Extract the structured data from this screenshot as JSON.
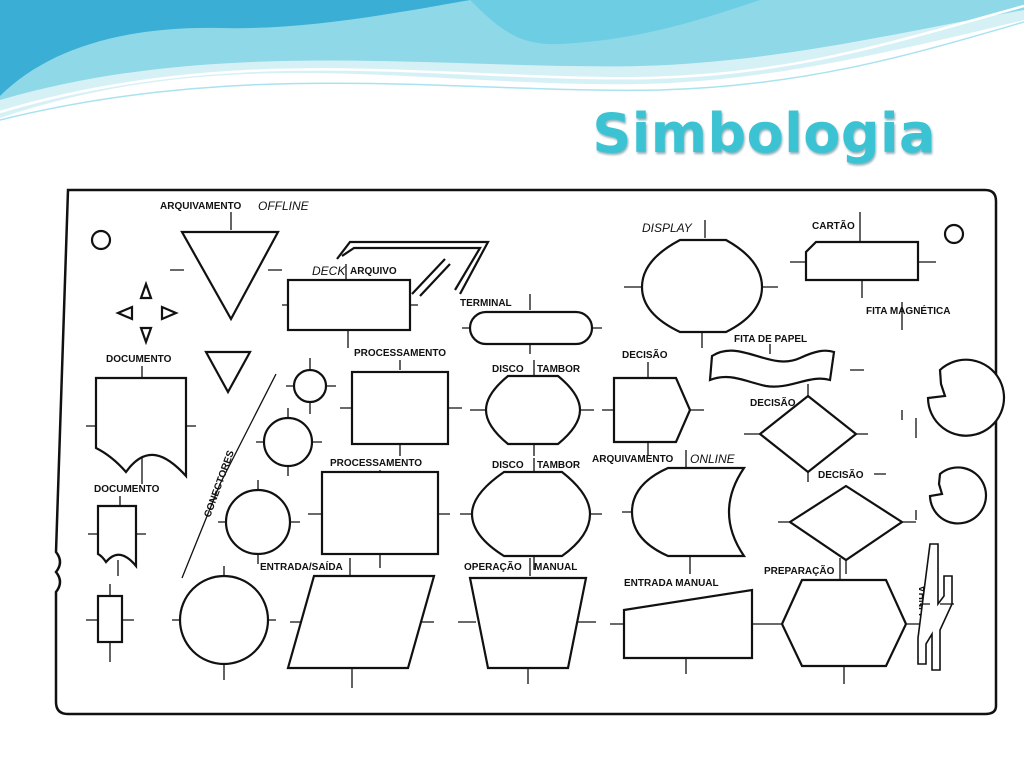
{
  "slide": {
    "title": "Simbologia",
    "colors": {
      "title": "#3cc3d3",
      "wave_light": "#cdeef4",
      "wave_mid": "#7ed3e6",
      "wave_dark": "#35a9d0"
    }
  },
  "template": {
    "labels": {
      "arquivamento_offline": "ARQUIVAMENTO",
      "arquivamento_offline_italic": "OFFLINE",
      "deck": "DECK",
      "arquivo": "ARQUIVO",
      "terminal": "TERMINAL",
      "display": "DISPLAY",
      "cartao": "CARTÃO",
      "fita_magnetica": "FITA MAGNÉTICA",
      "documento_1": "DOCUMENTO",
      "processamento_1": "PROCESSAMENTO",
      "disco_1": "DISCO",
      "tambor_1": "TAMBOR",
      "decisao_1": "DECISÃO",
      "fita_de_papel": "FITA DE PAPEL",
      "decisao_2": "DECISÃO",
      "documento_2": "DOCUMENTO",
      "conectores": "CONECTORES",
      "processamento_2": "PROCESSAMENTO",
      "disco_2": "DISCO",
      "tambor_2": "TAMBOR",
      "arquivamento_online": "ARQUIVAMENTO",
      "arquivamento_online_italic": "ONLINE",
      "decisao_3": "DECISÃO",
      "entrada_saida": "ENTRADA/SAÍDA",
      "operacao_manual_1": "OPERAÇÃO",
      "operacao_manual_2": "MANUAL",
      "entrada_manual": "ENTRADA MANUAL",
      "preparacao": "PREPARAÇÃO",
      "linha": "LINHA"
    }
  }
}
